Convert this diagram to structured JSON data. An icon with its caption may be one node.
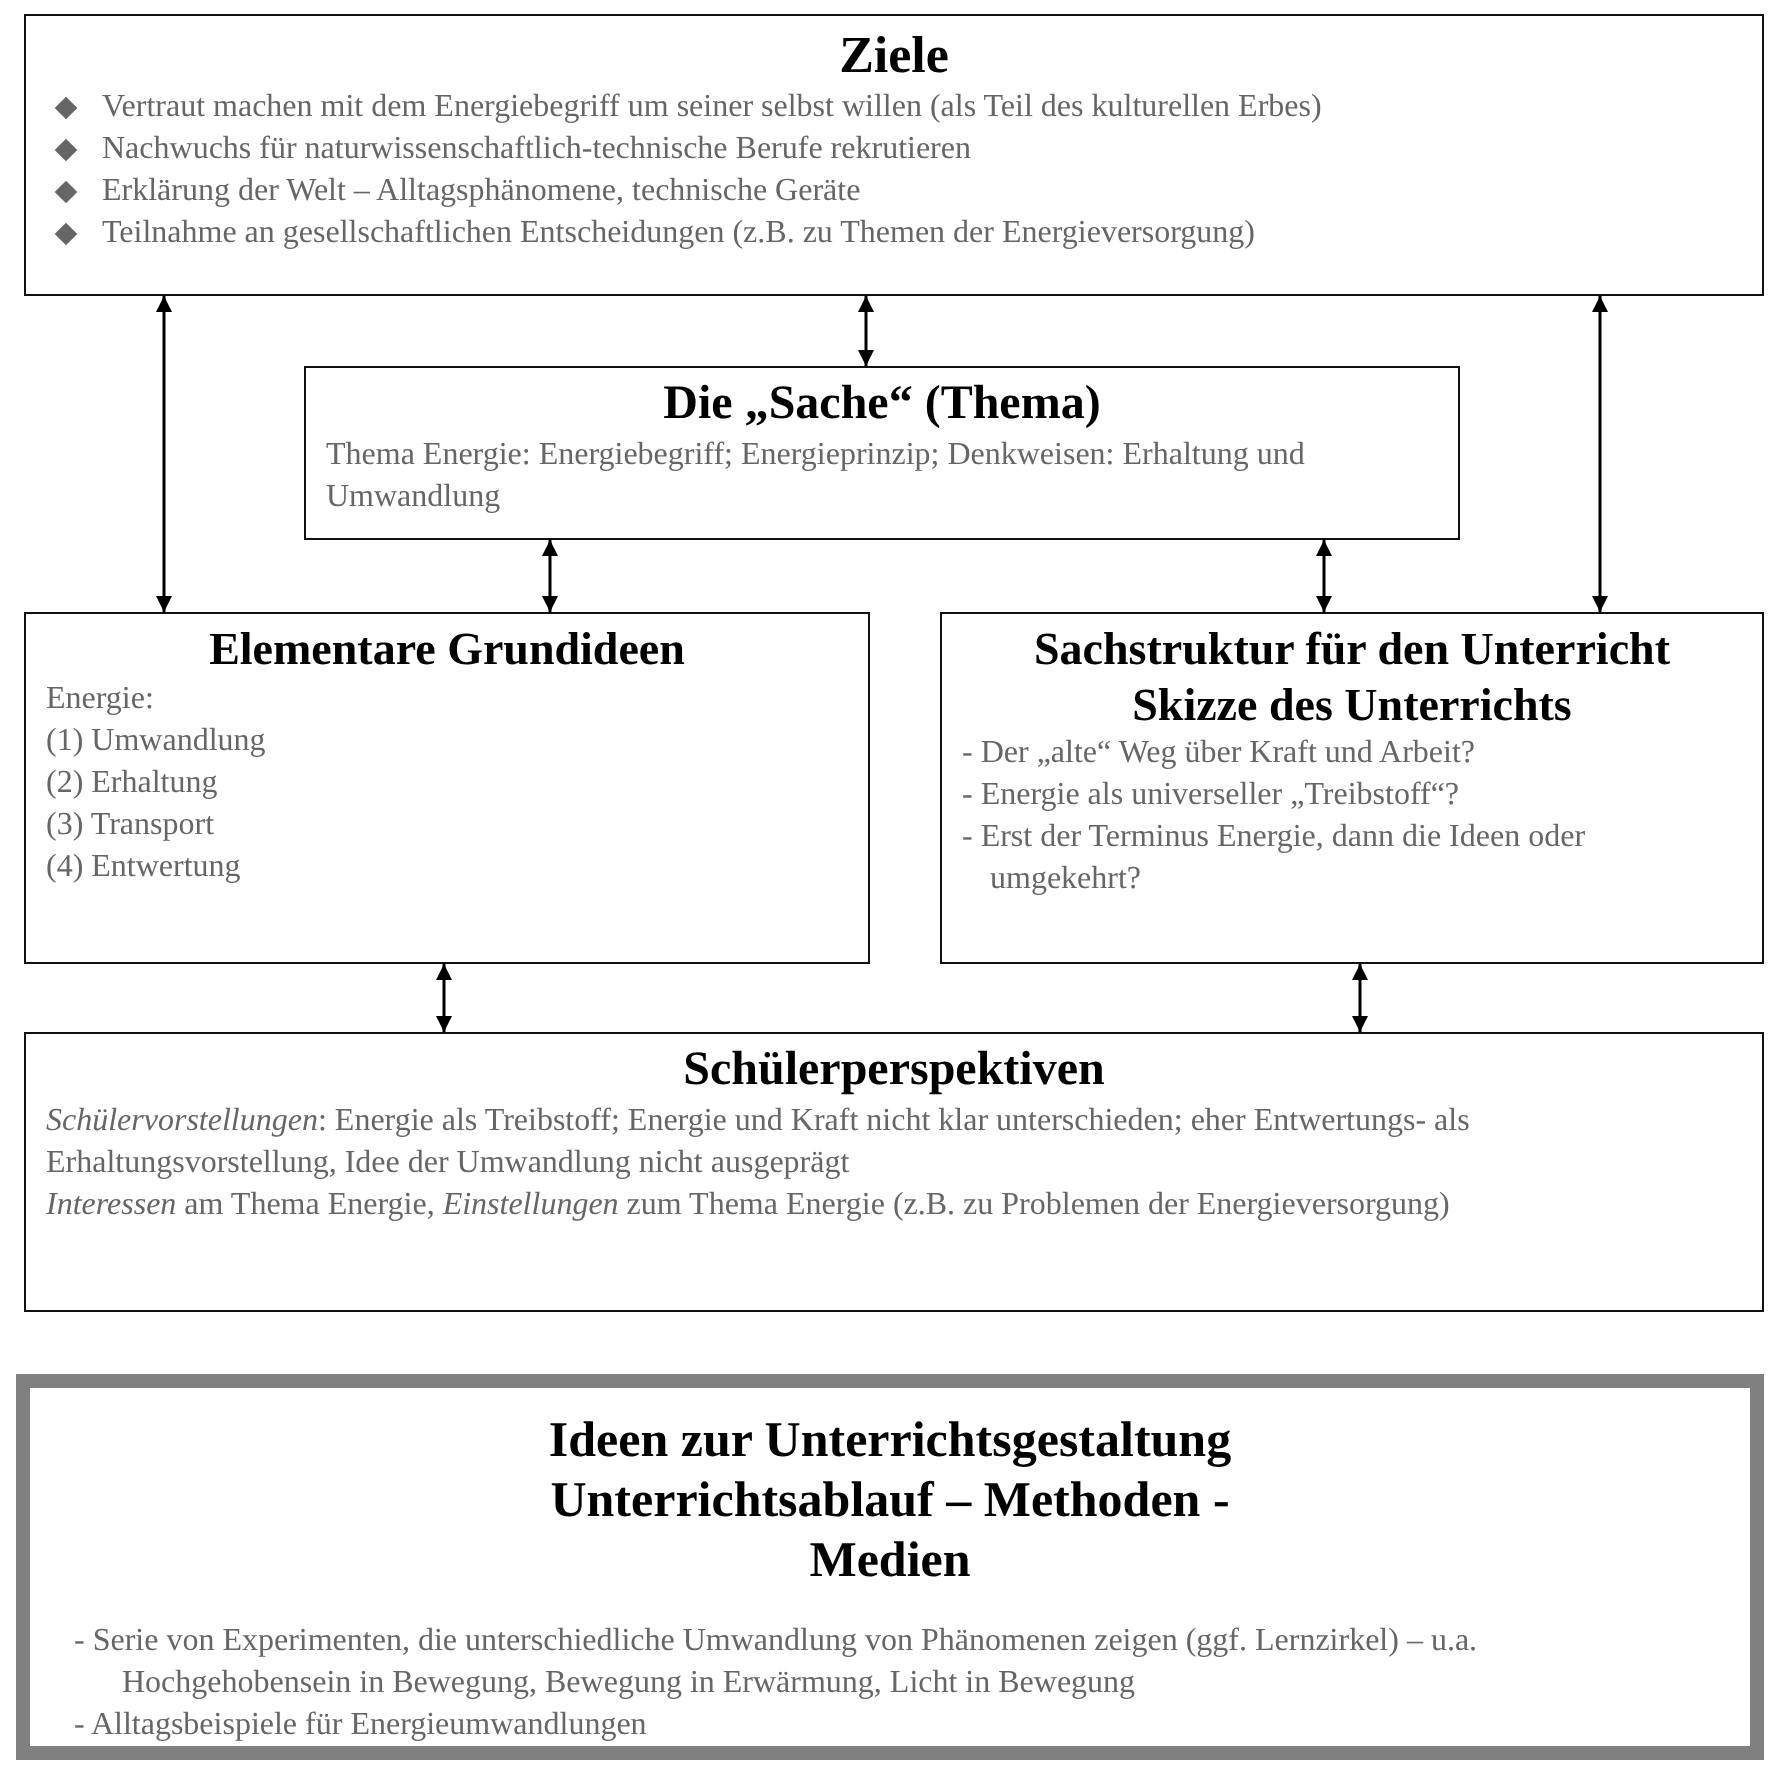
{
  "diagram": {
    "nodes": [
      {
        "text": [
          "Ziele",
          "Vertraut machen mit dem Energiebegriff um seiner selbst willen (als Teil des kulturellen Erbes)",
          "Nachwuchs für naturwissenschaftlich-technische Berufe rekrutieren",
          "Erklärung der Welt – Alltagsphänomene, technische Geräte",
          "Teilnahme an gesellschaftlichen Entscheidungen (z.B. zu Themen der Energieversorgung)"
        ]
      },
      {
        "text": [
          "Die „Sache“ (Thema)",
          "Thema Energie: Energiebegriff; Energieprinzip; Denkweisen: Erhaltung und Umwandlung"
        ]
      },
      {
        "text": [
          "Elementare Grundideen",
          "Energie:",
          "(1) Umwandlung",
          "(2) Erhaltung",
          "(3) Transport",
          "(4) Entwertung"
        ]
      },
      {
        "text": [
          "Sachstruktur für den Unterricht Skizze des Unterrichts",
          "- Der „alte“ Weg über Kraft und Arbeit?",
          "- Energie als universeller „Treibstoff“?",
          "- Erst der Terminus Energie, dann die Ideen oder umgekehrt?"
        ]
      },
      {
        "text": [
          "Schülerperspektiven",
          "*Schülervorstellungen*: Energie als Treibstoff; Energie und Kraft nicht klar unterschieden; eher Entwertungs- als Erhaltungsvorstellung, Idee der Umwandlung nicht ausgeprägt",
          "*Interessen* am Thema Energie, *Einstellungen* zum Thema Energie (z.B. zu Problemen der Energieversorgung)"
        ]
      },
      {
        "text": [
          "Ideen zur Unterrichtsgestaltung Unterrichtsablauf – Methoden - Medien",
          "- Serie von Experimenten, die unterschiedliche Umwandlung von Phänomenen zeigen (ggf. Lernzirkel) – u.a. Hochgehobensein in Bewegung, Bewegung in Erwärmung, Licht in Bewegung",
          "- Alltagsbeispiele für Energieumwandlungen"
        ]
      }
    ],
    "edges": [
      {
        "from": 0,
        "to": 1,
        "arrow": "both"
      },
      {
        "from": 0,
        "to": 2,
        "arrow": "both"
      },
      {
        "from": 0,
        "to": 3,
        "arrow": "both"
      },
      {
        "from": 1,
        "to": 2,
        "arrow": "both"
      },
      {
        "from": 1,
        "to": 3,
        "arrow": "both"
      },
      {
        "from": 2,
        "to": 4,
        "arrow": "both"
      },
      {
        "from": 3,
        "to": 4,
        "arrow": "both"
      }
    ]
  }
}
